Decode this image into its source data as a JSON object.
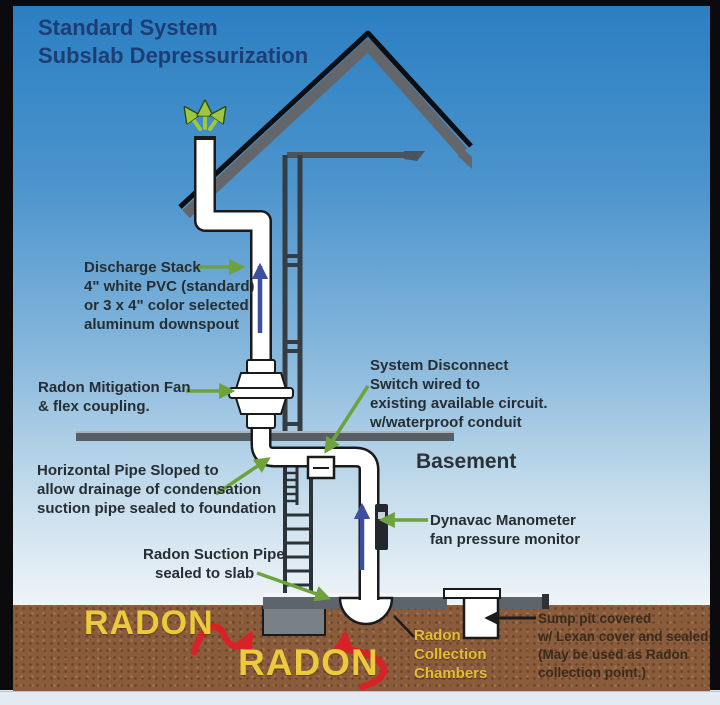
{
  "title": {
    "line1": "Standard System",
    "line2": "Subslab Depressurization"
  },
  "labels": {
    "discharge_stack": {
      "lines": [
        "Discharge Stack",
        "4\" white PVC (standard)",
        "or 3 x 4\" color selected",
        "aluminum downspout"
      ]
    },
    "fan": {
      "lines": [
        "Radon Mitigation Fan",
        "& flex coupling."
      ]
    },
    "disconnect": {
      "lines": [
        "System Disconnect",
        "Switch wired to",
        "existing available circuit.",
        "w/waterproof conduit"
      ]
    },
    "basement": "Basement",
    "horizontal_pipe": {
      "lines": [
        "Horizontal Pipe Sloped to",
        "allow drainage of condensation",
        "suction pipe sealed to foundation"
      ]
    },
    "manometer": {
      "lines": [
        "Dynavac Manometer",
        "fan pressure monitor"
      ]
    },
    "suction_pipe": {
      "lines": [
        "Radon Suction Pipe",
        "sealed to slab"
      ]
    },
    "radon_left": "RADON",
    "radon_right": "RADON",
    "collection_chambers": {
      "lines": [
        "Radon",
        "Collection",
        "Chambers"
      ]
    },
    "sump_pit": {
      "lines": [
        "Sump pit covered",
        "w/ Lexan cover and sealed",
        "(May be used as Radon",
        "collection point.)"
      ]
    }
  },
  "colors": {
    "sky_top": "#2b7fc2",
    "sky_bottom": "#eef4f8",
    "soil": "#8a5c3b",
    "title_navy": "#1c3e74",
    "label_dark": "#262e33",
    "radon_yellow": "#edc93d",
    "arrow_red": "#d82228",
    "pointer_green": "#6da23c",
    "vent_green": "#9ec73e",
    "flow_blue": "#3d4f9f",
    "structure_gray": "#59626a",
    "pipe_white": "#ffffff"
  }
}
